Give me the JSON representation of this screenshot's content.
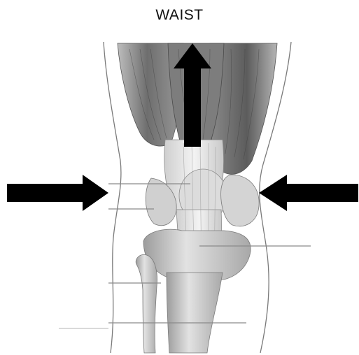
{
  "title": "WAIST",
  "colors": {
    "arrow": "#000000",
    "outline": "#777777",
    "muscle": "#8c8c8c",
    "muscle_dark": "#4a4a4a",
    "tendon": "#e6e6e6",
    "bone": "#d6d6d6",
    "leader_line": "#8a8a8a"
  },
  "arrows": [
    {
      "name": "up-arrow",
      "direction": "up"
    },
    {
      "name": "right-pointing-arrow",
      "direction": "right"
    },
    {
      "name": "left-pointing-arrow",
      "direction": "left"
    }
  ],
  "leader_line_count": 6
}
